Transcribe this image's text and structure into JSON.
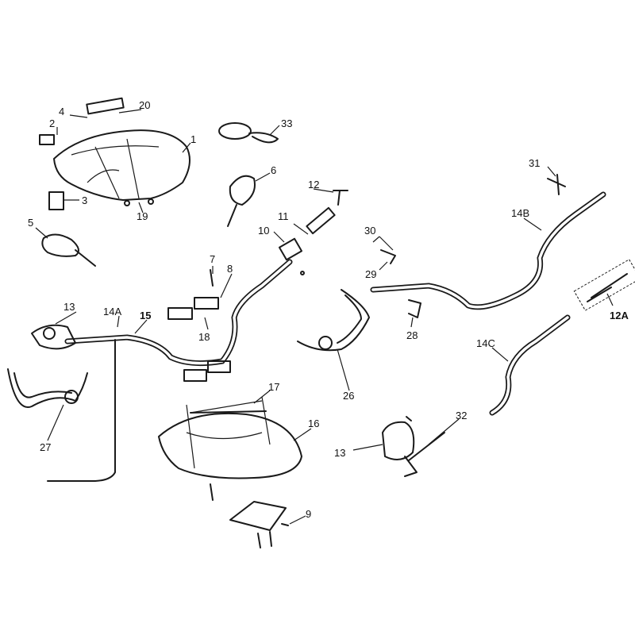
{
  "title": "Handlebar and headlight assembly parts diagram",
  "labels": {
    "p1": "1",
    "p2": "2",
    "p3": "3",
    "p4": "4",
    "p5": "5",
    "p6": "6",
    "p7": "7",
    "p8": "8",
    "p9": "9",
    "p10": "10",
    "p11": "11",
    "p12": "12",
    "p12a": "12A",
    "p13a": "13",
    "p13b": "13",
    "p14a": "14A",
    "p14b": "14B",
    "p14c": "14C",
    "p15": "15",
    "p16": "16",
    "p17": "17",
    "p18": "18",
    "p19": "19",
    "p20": "20",
    "p26": "26",
    "p27": "27",
    "p28": "28",
    "p29": "29",
    "p30": "30",
    "p31": "31",
    "p32": "32",
    "p33": "33"
  }
}
